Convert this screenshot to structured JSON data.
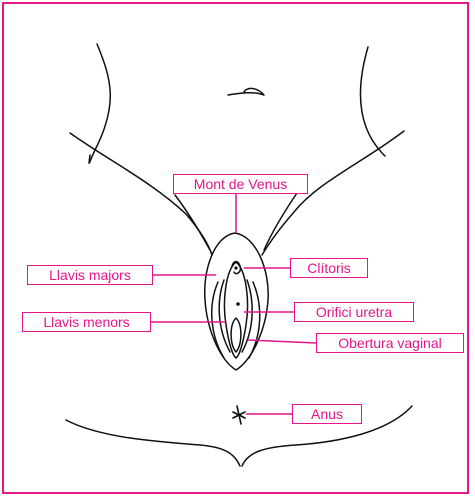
{
  "colors": {
    "accent": "#e4168a",
    "line": "#111111",
    "background": "#ffffff"
  },
  "labels": {
    "mont_de_venus": "Mont de Venus",
    "clitoris": "Clítoris",
    "llavis_majors": "Llavis majors",
    "orifici_uretra": "Orifici uretra",
    "llavis_menors": "Llavis menors",
    "obertura_vaginal": "Obertura vaginal",
    "anus": "Anus"
  }
}
